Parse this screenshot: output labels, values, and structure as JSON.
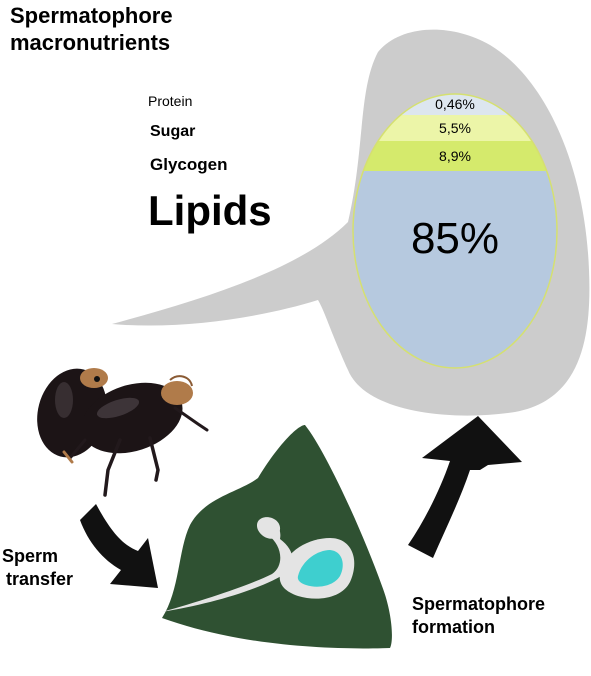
{
  "title": [
    "Spermatophore",
    "macronutrients"
  ],
  "legend": {
    "protein": "Protein",
    "sugar": "Sugar",
    "glycogen": "Glycogen",
    "lipids": "Lipids"
  },
  "chart_data": {
    "type": "stacked-proportion",
    "title": "Spermatophore macronutrients",
    "categories": [
      "Protein",
      "Sugar",
      "Glycogen",
      "Lipids"
    ],
    "values": [
      0.46,
      5.5,
      8.9,
      85
    ],
    "value_labels": [
      "0,46%",
      "5,5%",
      "8,9%",
      "85%"
    ],
    "colors": [
      "#dde6ef",
      "#ecf5a8",
      "#d5ea6c",
      "#b6c9df"
    ]
  },
  "process": {
    "sperm_transfer": [
      "Sperm",
      "transfer"
    ],
    "spermatophore_formation": [
      "Spermatophore",
      "formation"
    ]
  },
  "colors": {
    "capsule": "#cccccc",
    "organ": "#2f5132",
    "spermatophore_fill": "#3ecfcf",
    "arrow": "#111111",
    "beetle": "#1c1416",
    "beetle_head": "#b07b4a"
  }
}
